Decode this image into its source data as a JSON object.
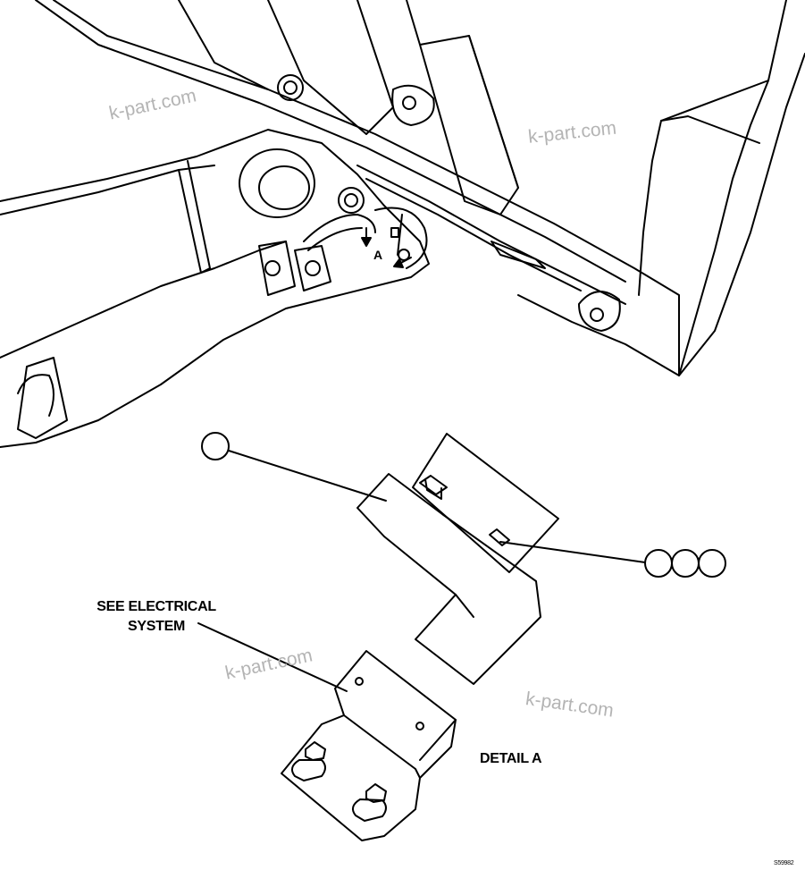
{
  "labels": {
    "see_electrical_line1": "SEE ELECTRICAL",
    "see_electrical_line2": "SYSTEM",
    "detail": "DETAIL A",
    "view_marker": "A",
    "figure_number": "S59982"
  },
  "watermarks": [
    "k-part.com",
    "k-part.com",
    "k-part.com",
    "k-part.com"
  ],
  "colors": {
    "line": "#000000",
    "background": "#ffffff",
    "watermark": "#b4b4b4"
  }
}
